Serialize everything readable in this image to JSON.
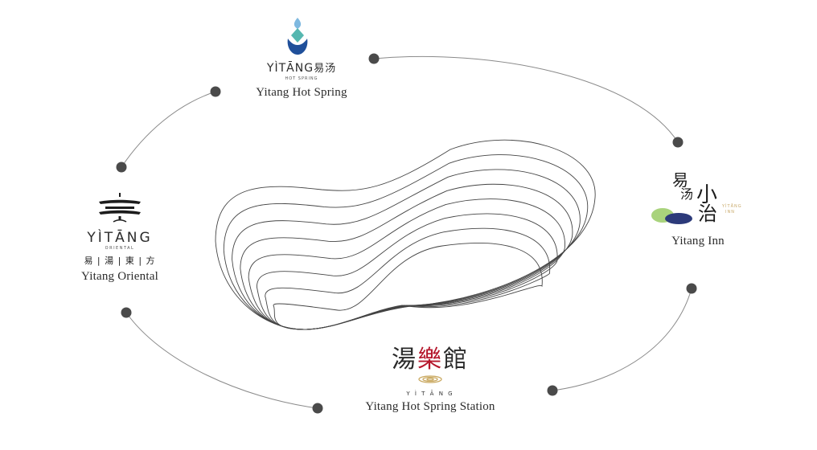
{
  "brands": {
    "hot_spring": {
      "caption": "Yitang Hot Spring",
      "wordmark_latin": "YÌTĀNG",
      "wordmark_cjk": "易汤",
      "subline": "HOT SPRING",
      "colors": {
        "blue_light": "#7fb9e0",
        "blue_dark": "#1f4f9a",
        "teal": "#55b7b0"
      }
    },
    "oriental": {
      "caption": "Yitang Oriental",
      "wordmark_latin": "YÌTĀNG",
      "subline": "ORIENTAL",
      "cjk_line": "易 | 湯 | 東 | 方",
      "colors": {
        "ink": "#1c1c1c"
      }
    },
    "inn": {
      "caption": "Yitang Inn",
      "cjk_a": "易",
      "cjk_b": "汤",
      "cjk_c": "小",
      "cjk_d": "治",
      "small_latin": "YÌTĀNG",
      "small_sub": "INN",
      "colors": {
        "green": "#a9d37c",
        "navy": "#2c3a7a",
        "gold": "#c8a96a"
      }
    },
    "station": {
      "caption": "Yitang Hot Spring Station",
      "cjk_left": "湯",
      "cjk_mid": "樂",
      "cjk_right": "館",
      "spaced_latin": "Y Ì T Ā N G",
      "colors": {
        "ink": "#2a2a2a",
        "red": "#b5172c",
        "gold": "#c9a85f"
      }
    }
  },
  "diagram": {
    "line_color": "#8a8a8a",
    "dot_color": "#4a4a4a",
    "contour_color": "#444444"
  }
}
